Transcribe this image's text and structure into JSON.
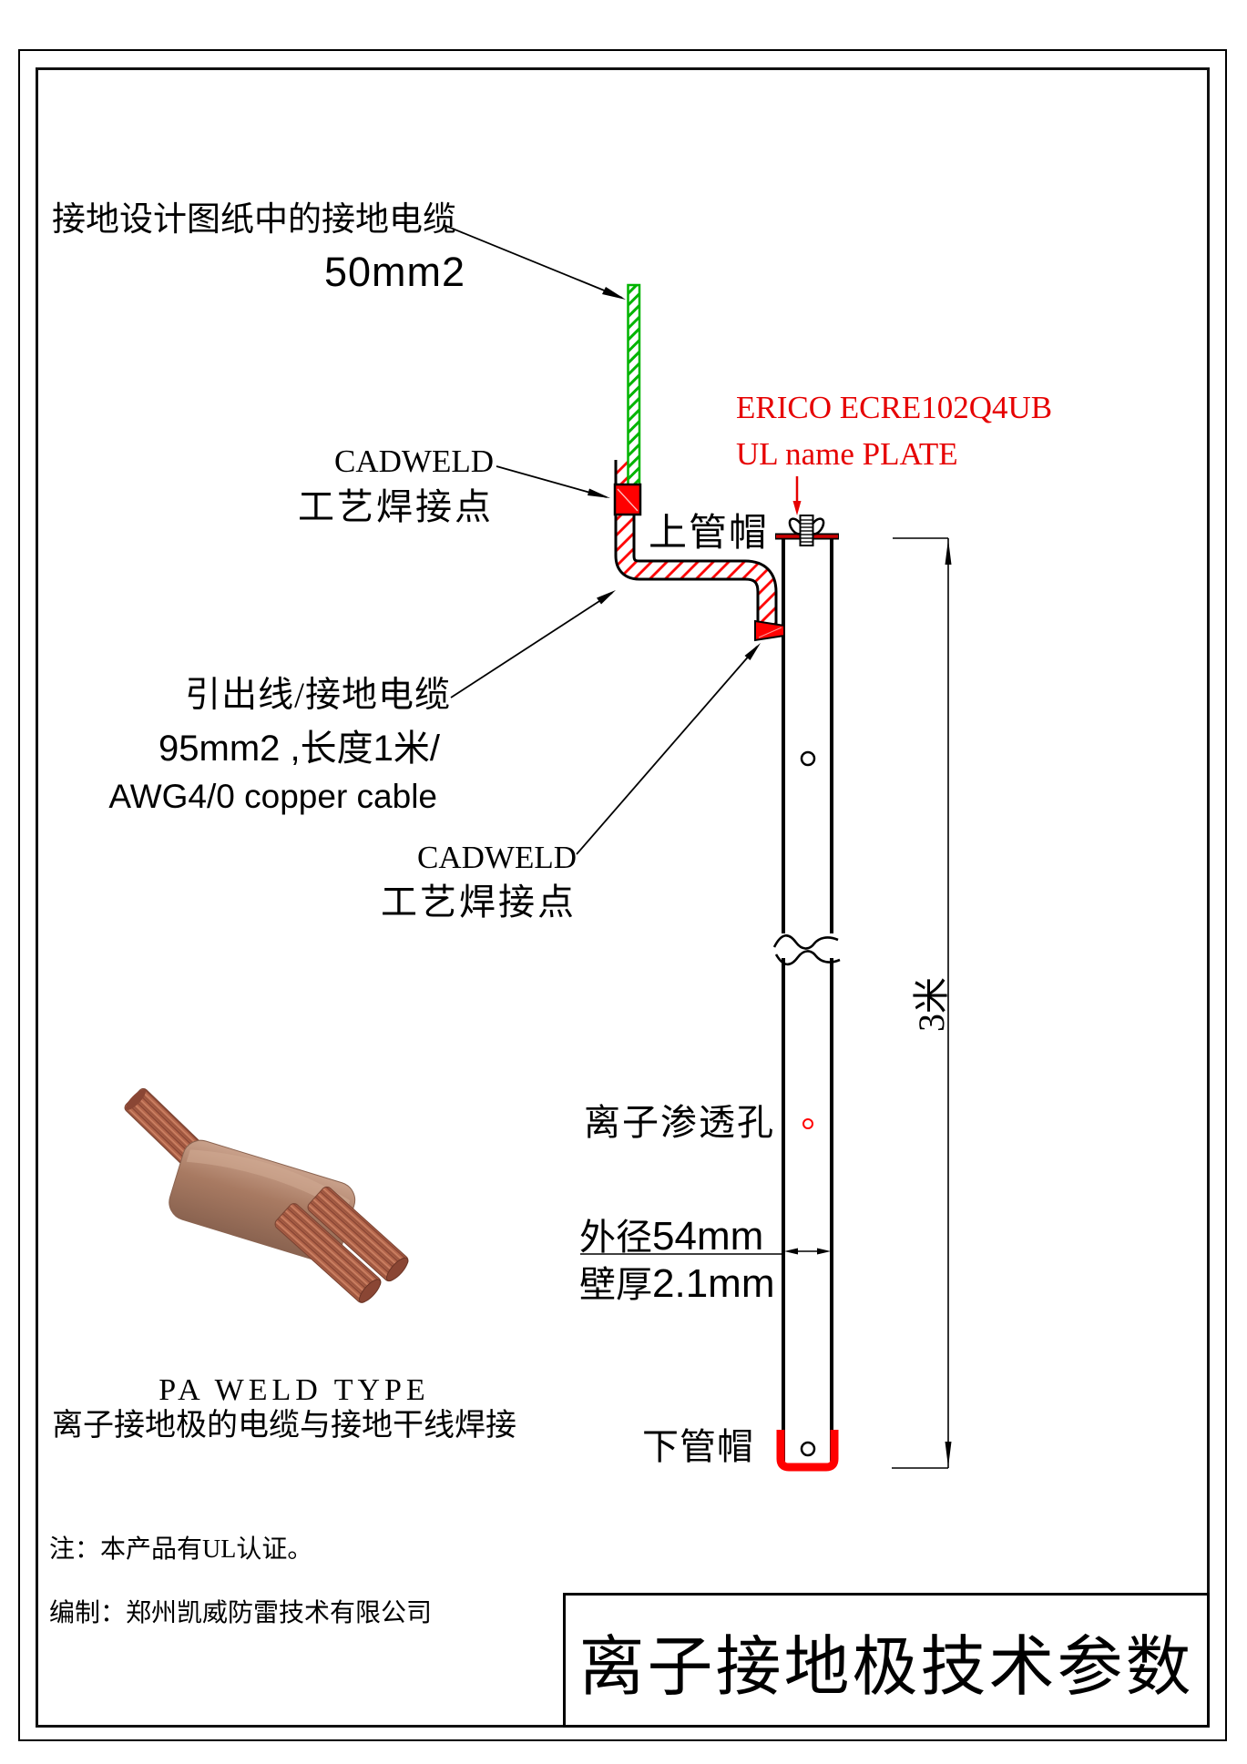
{
  "drawing": {
    "annotations": {
      "ground_cable_label": "接地设计图纸中的接地电缆",
      "ground_cable_size": "50mm2",
      "cadweld_top_label": "CADWELD",
      "cadweld_top_sub": "工艺焊接点",
      "top_cap_label": "上管帽",
      "nameplate_line1": "ERICO ECRE102Q4UB",
      "nameplate_line2": "UL name PLATE",
      "lead_cable_label": "引出线/接地电缆",
      "lead_cable_size": "95mm2 ,长度1米/",
      "lead_cable_size2": "AWG4/0 copper cable",
      "cadweld_bottom_label": "CADWELD",
      "cadweld_bottom_sub": "工艺焊接点",
      "ion_hole_label": "离子渗透孔",
      "outer_diameter_prefix": "外径",
      "outer_diameter_value": "54mm",
      "wall_thickness_prefix": "壁厚",
      "wall_thickness_value": "2.1mm",
      "length_label": "3米",
      "bottom_cap_label": "下管帽"
    },
    "weld_illustration": {
      "title": "PA WELD TYPE",
      "caption": "离子接地极的电缆与接地干线焊接"
    },
    "notes": {
      "note": "注：本产品有UL认证。",
      "author": "编制：郑州凯威防雷技术有限公司"
    },
    "title_block": {
      "title": "离子接地极技术参数"
    },
    "colors": {
      "accent_red": "#ff0000",
      "cable_green": "#00b400",
      "copper": "#a9775f"
    }
  }
}
